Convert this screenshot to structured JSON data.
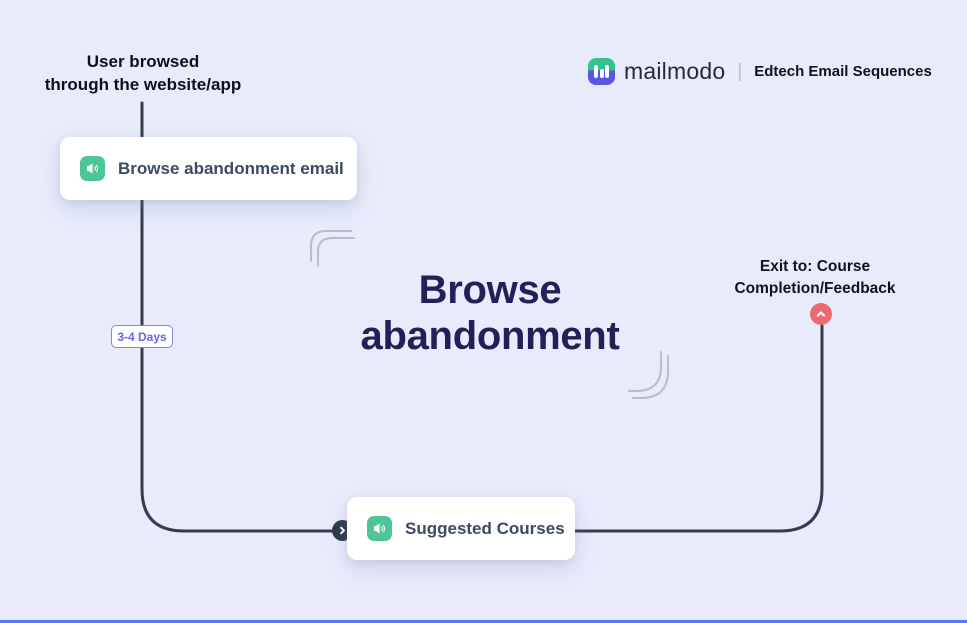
{
  "page": {
    "background": "#e8ebfb",
    "bottom_bar_color": "#5b79f7"
  },
  "brand": {
    "name": "mailmodo",
    "separator": "|",
    "subtitle": "Edtech Email Sequences",
    "logo_green": "#35c28f",
    "logo_purple": "#5c55e4"
  },
  "title": {
    "line1": "Browse",
    "line2": "abandonment",
    "color": "#232058"
  },
  "trigger": {
    "line1": "User browsed",
    "line2": "through the website/app"
  },
  "delay_badge": {
    "label": "3-4 Days",
    "text_color": "#6f61e8",
    "border_color": "#8b7ff0"
  },
  "exit_label": {
    "line1": "Exit to: Course",
    "line2": "Completion/Feedback"
  },
  "nodes": [
    {
      "label": "Browse abandonment email",
      "icon": "megaphone-icon",
      "icon_bg": "#4cc695"
    },
    {
      "label": "Suggested Courses",
      "icon": "megaphone-icon",
      "icon_bg": "#4cc695"
    }
  ],
  "connectors": {
    "line_color": "#333d4e",
    "exit_dot_color": "#ec6a6d",
    "forward_dot_color": "#2e3a4d",
    "decorative_bracket_color": "#b5bcca"
  }
}
